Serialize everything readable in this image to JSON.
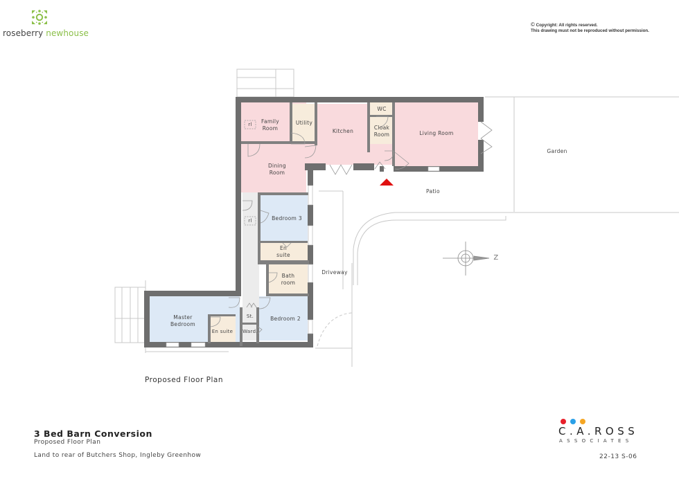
{
  "branding": {
    "agent_logo": {
      "name_part1": "roseberry",
      "name_part2": "newhouse",
      "colors": {
        "part1": "#444444",
        "part2": "#8cc04a"
      }
    },
    "architect_logo": {
      "name": "C.A.ROSS",
      "subtitle": "ASSOCIATES",
      "dot_colors": [
        "#e8202a",
        "#2aa0e8",
        "#f5a623"
      ]
    }
  },
  "copyright": {
    "symbol": "©",
    "line1": "Copyright:  All rights reserved.",
    "line2": "This drawing must not be reproduced without permission."
  },
  "plan": {
    "caption": "Proposed Floor Plan",
    "colors": {
      "wall": "#6e6e6e",
      "living": "#f9dadd",
      "service": "#f7ecdc",
      "bedroom": "#dde9f6",
      "hall": "#ececec",
      "entrance_marker": "#e01010"
    },
    "rooms": [
      {
        "id": "family-room",
        "label": "Family\nRoom",
        "zone": "living"
      },
      {
        "id": "utility",
        "label": "Utility",
        "zone": "service"
      },
      {
        "id": "kitchen",
        "label": "Kitchen",
        "zone": "living"
      },
      {
        "id": "wc",
        "label": "WC",
        "zone": "service"
      },
      {
        "id": "cloak-room",
        "label": "Cloak\nRoom",
        "zone": "service"
      },
      {
        "id": "living-room",
        "label": "Living Room",
        "zone": "living"
      },
      {
        "id": "dining-room",
        "label": "Dining\nRoom",
        "zone": "living"
      },
      {
        "id": "bedroom-3",
        "label": "Bedroom 3",
        "zone": "bedroom"
      },
      {
        "id": "en-suite-1",
        "label": "En\nsuite",
        "zone": "service"
      },
      {
        "id": "bathroom",
        "label": "Bath\nroom",
        "zone": "service"
      },
      {
        "id": "master-bedroom",
        "label": "Master\nBedroom",
        "zone": "bedroom"
      },
      {
        "id": "en-suite-2",
        "label": "En suite",
        "zone": "service"
      },
      {
        "id": "store",
        "label": "St.",
        "zone": "hall"
      },
      {
        "id": "wardrobe",
        "label": "Ward.",
        "zone": "hall"
      },
      {
        "id": "bedroom-2",
        "label": "Bedroom 2",
        "zone": "bedroom"
      }
    ],
    "fixtures": [
      {
        "id": "rl-1",
        "label": "rl"
      },
      {
        "id": "rl-2",
        "label": "rl"
      }
    ],
    "external_areas": [
      {
        "id": "garden",
        "label": "Garden"
      },
      {
        "id": "patio",
        "label": "Patio"
      },
      {
        "id": "driveway",
        "label": "Driveway"
      }
    ],
    "compass": {
      "label": "Z"
    }
  },
  "title_block": {
    "title": "3 Bed Barn Conversion",
    "subtitle": "Proposed Floor Plan",
    "location": "Land to rear of Butchers Shop, Ingleby Greenhow",
    "drawing_number": "22-13 S-06"
  }
}
